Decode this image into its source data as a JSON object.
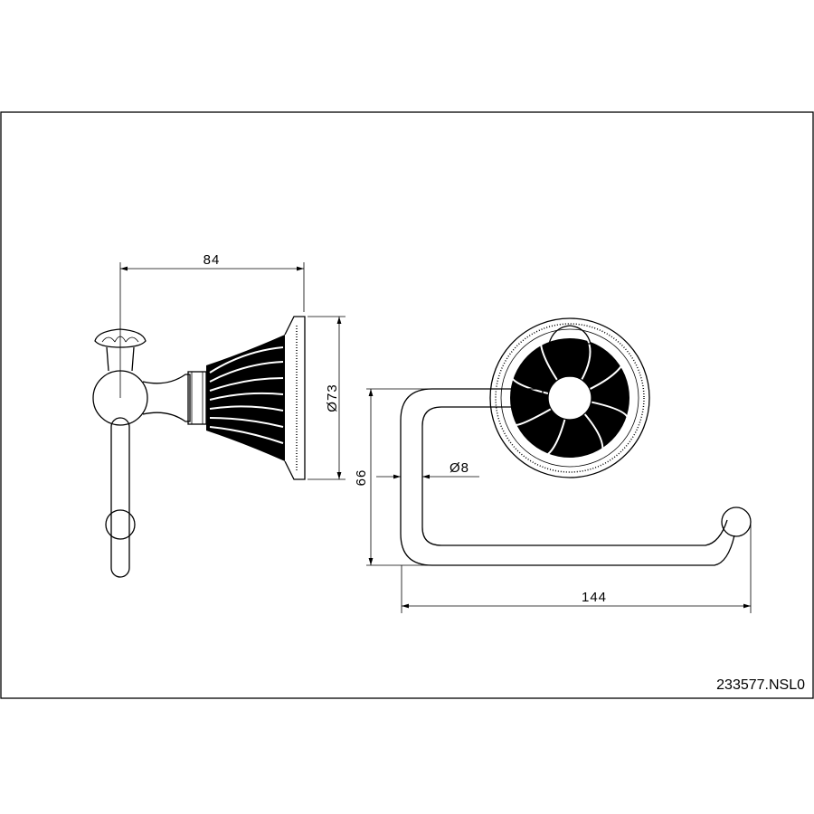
{
  "drawing": {
    "part_code": "233577.NSL0",
    "side_view": {
      "width_dim": "84",
      "plate_diameter_dim": "Ø73"
    },
    "front_view": {
      "height_dim": "66",
      "rod_diameter_dim": "Ø8",
      "length_dim": "144"
    }
  }
}
